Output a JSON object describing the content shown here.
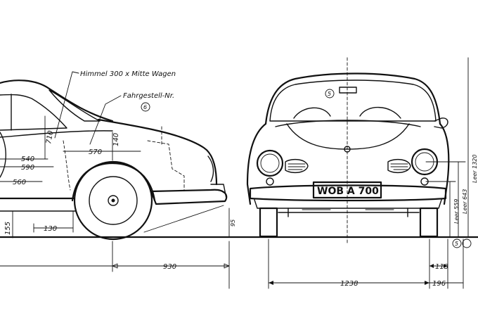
{
  "annotations": {
    "roof_label": "Himmel 300 x Mitte Wagen",
    "chassis_label": "Fahrgestell-Nr.",
    "plate": "WOB A 700"
  },
  "dimensions": {
    "side": {
      "d710": "710",
      "d540": "540",
      "d590": "590",
      "d560": "560",
      "d570": "570",
      "d140": "140",
      "d155": "155",
      "d130": "130",
      "d930": "930",
      "d95": "95"
    },
    "front": {
      "track": "1238",
      "d196": "196",
      "d113": "113",
      "leer559": "Leer 559",
      "leer643": "Leer 643",
      "leer1320": "Leer 1320"
    }
  },
  "markers": {
    "m5_top": "5",
    "m5_bottom": "5",
    "m6": "6"
  }
}
